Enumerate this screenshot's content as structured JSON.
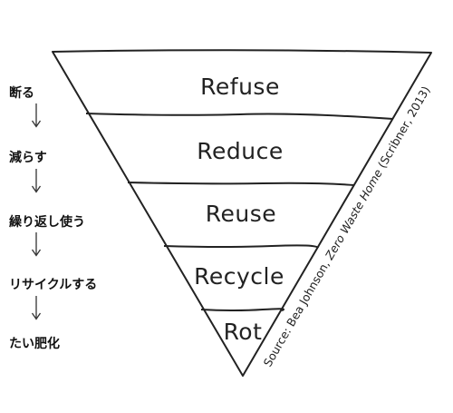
{
  "pyramid": {
    "tiers": [
      {
        "label": "Refuse"
      },
      {
        "label": "Reduce"
      },
      {
        "label": "Reuse"
      },
      {
        "label": "Recycle"
      },
      {
        "label": "Rot"
      }
    ],
    "source": {
      "prefix": "Source: Bea Johnson, ",
      "book": "Zero Waste Home",
      "suffix": " (Scribner, 2013)"
    }
  },
  "steps": [
    {
      "label": "断る"
    },
    {
      "label": "減らす"
    },
    {
      "label": "繰り返し使う"
    },
    {
      "label": "リサイクルする"
    },
    {
      "label": "たい肥化"
    }
  ],
  "colors": {
    "ink": "#222222",
    "background": "#ffffff"
  }
}
